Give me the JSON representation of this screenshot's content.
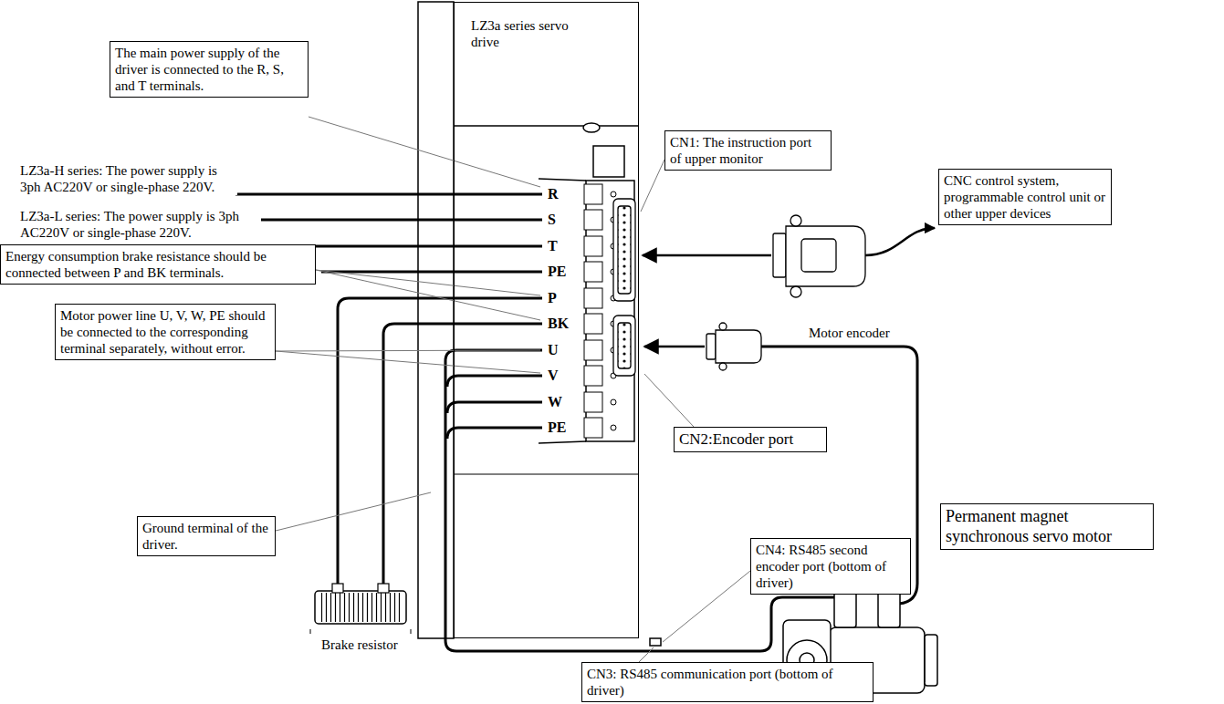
{
  "diagram": {
    "nodes": [
      {
        "text": [
          "LZ3a series servo drive"
        ]
      },
      {
        "text": [
          "The main power supply of the driver is connected to the R, S, and T terminals."
        ]
      },
      {
        "text": [
          "CN1: The instruction port of upper monitor"
        ]
      },
      {
        "text": [
          "CNC control system, programmable control unit or other upper devices"
        ]
      },
      {
        "text": [
          "Energy consumption brake resistance should be connected between P and BK terminals."
        ]
      },
      {
        "text": [
          "Motor power line U, V, W, PE should be connected to the corresponding terminal separately, without error."
        ]
      },
      {
        "text": [
          "CN2:Encoder port"
        ]
      },
      {
        "text": [
          "Permanent magnet synchronous servo motor"
        ]
      },
      {
        "text": [
          "Ground terminal of the driver."
        ]
      },
      {
        "text": [
          "CN4: RS485 second encoder port (bottom of driver)"
        ]
      },
      {
        "text": [
          "CN3: RS485 communication port (bottom of driver)"
        ]
      }
    ],
    "labels": [
      "LZ3a-H series: The power supply is 3ph AC220V or single-phase 220V.",
      "LZ3a-L series: The power supply is 3ph AC220V or single-phase 220V.",
      "R",
      "S",
      "T",
      "PE",
      "P",
      "BK",
      "U",
      "V",
      "W",
      "PE",
      "Motor encoder",
      "Brake resistor"
    ]
  }
}
